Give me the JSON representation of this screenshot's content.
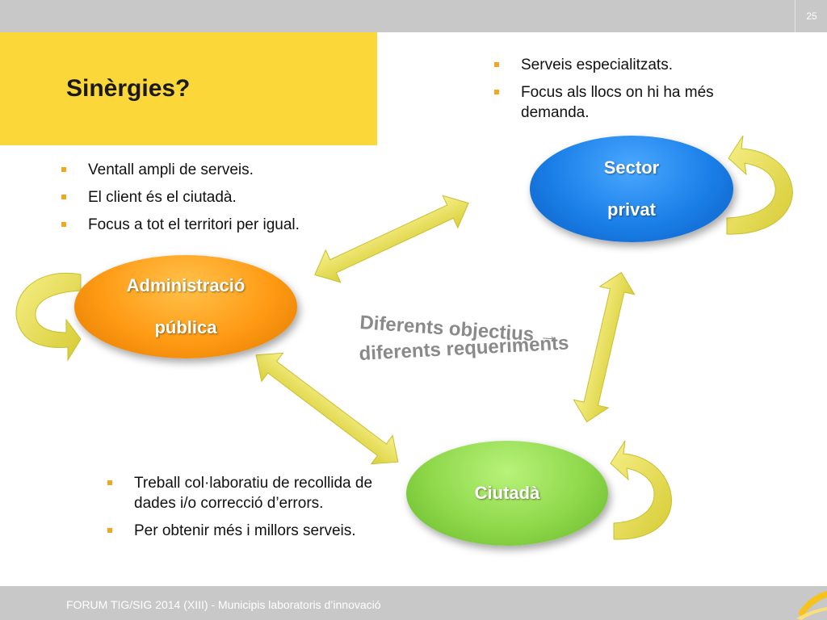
{
  "page_number": "25",
  "title": "Sinèrgies?",
  "admin_bullets": [
    "Ventall ampli de serveis.",
    "El client és el ciutadà.",
    "Focus a tot el territori per igual."
  ],
  "private_bullets": [
    "Serveis especialitzats.",
    "Focus als llocs on hi ha més demanda."
  ],
  "citizen_bullets": [
    "Treball col·laboratiu de recollida de dades i/o correcció d’errors.",
    "Per obtenir més i millors serveis."
  ],
  "nodes": {
    "admin": {
      "line1": "Administració",
      "line2": "pública"
    },
    "private": {
      "line1": "Sector",
      "line2": "privat"
    },
    "citizen": {
      "line1": "Ciutadà"
    }
  },
  "center_label": {
    "line1": "Diferents objectius →",
    "line2": "diferents requeriments"
  },
  "footer": "FORUM TIG/SIG 2014 (XIII) - Municipis laboratoris d’innovació",
  "colors": {
    "title_box": "#fcd73a",
    "bullet": "#f2a81c",
    "admin": "#ff9a14",
    "private": "#1a7fe8",
    "citizen": "#8ed84a",
    "arrow": "#efe65a",
    "bar": "#c8c8c8"
  }
}
